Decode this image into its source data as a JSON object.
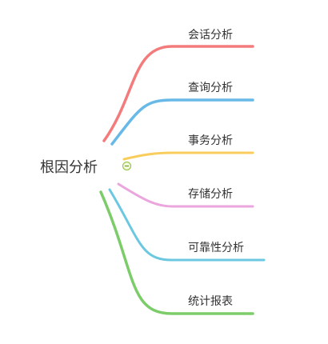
{
  "root": {
    "label": "根因分析"
  },
  "branches": [
    {
      "label": "会话分析",
      "color": "#f47b7b"
    },
    {
      "label": "查询分析",
      "color": "#68b9e8"
    },
    {
      "label": "事务分析",
      "color": "#f8cd5c"
    },
    {
      "label": "存储分析",
      "color": "#eaa6dd"
    },
    {
      "label": "可靠性分析",
      "color": "#6cc8e0"
    },
    {
      "label": "统计报表",
      "color": "#7ccd6a"
    }
  ],
  "toggle": {
    "icon": "collapse-minus-icon",
    "color": "#8bbf3a"
  }
}
